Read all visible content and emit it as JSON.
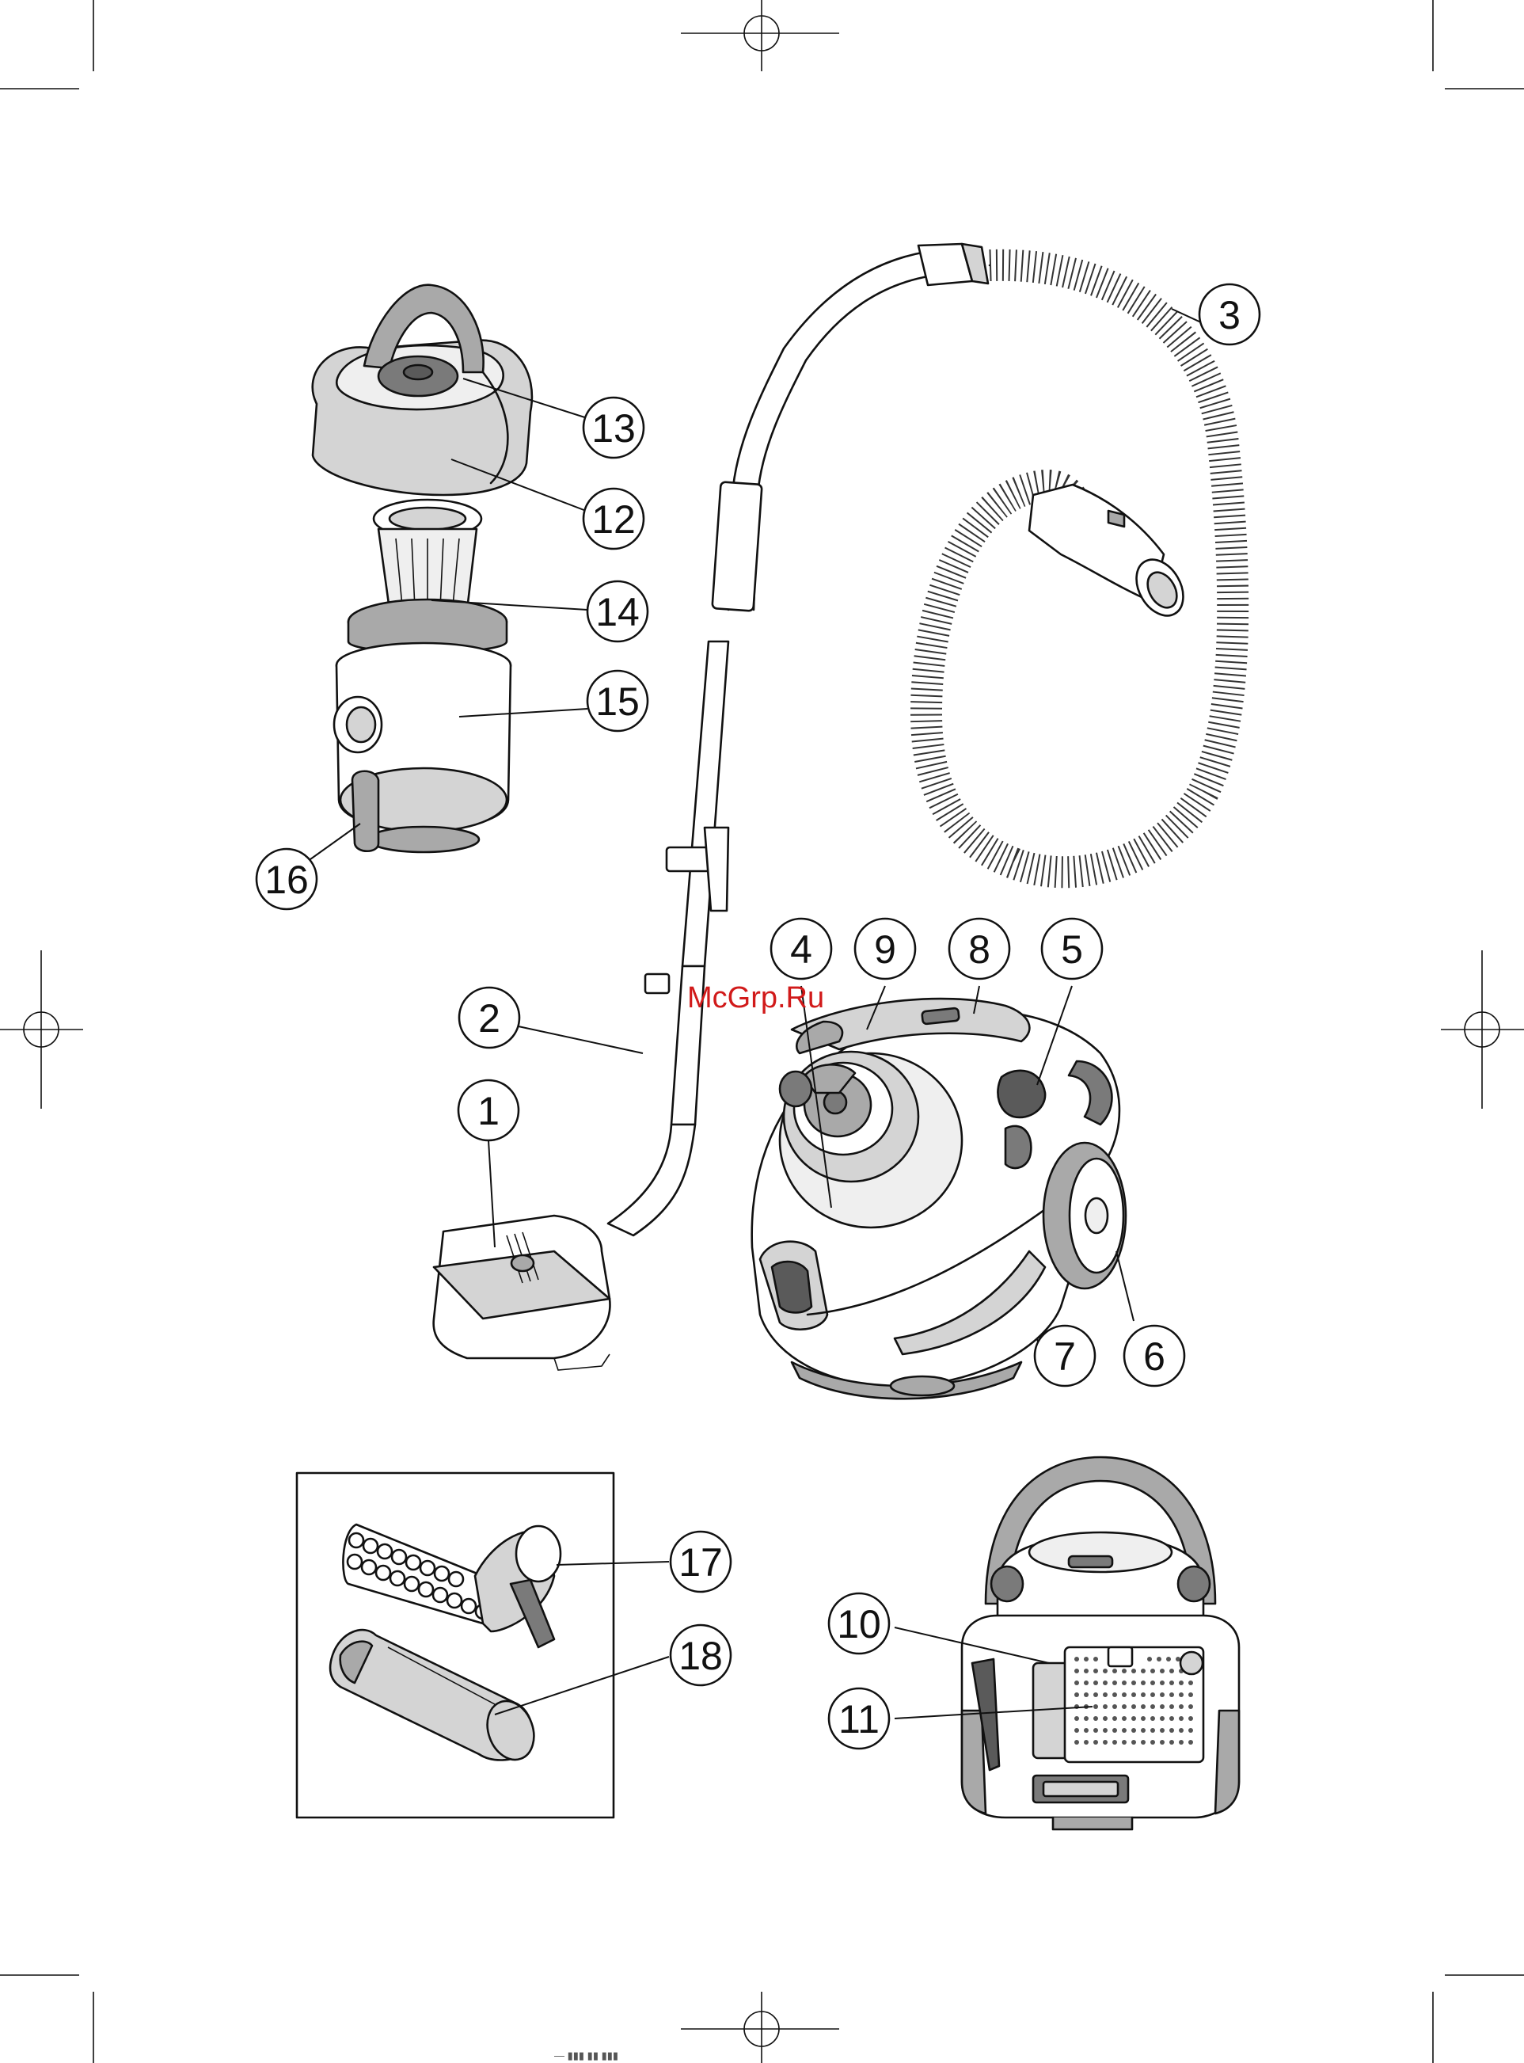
{
  "watermark": {
    "text": "McGrp.Ru",
    "color": "#d11a1a"
  },
  "footer_code": "— ▮▮▮ ▮▮ ▮▮▮",
  "callouts": [
    {
      "id": "c1",
      "number": "1"
    },
    {
      "id": "c2",
      "number": "2"
    },
    {
      "id": "c3",
      "number": "3"
    },
    {
      "id": "c4",
      "number": "4"
    },
    {
      "id": "c5",
      "number": "5"
    },
    {
      "id": "c6",
      "number": "6"
    },
    {
      "id": "c7",
      "number": "7"
    },
    {
      "id": "c8",
      "number": "8"
    },
    {
      "id": "c9",
      "number": "9"
    },
    {
      "id": "c10",
      "number": "10"
    },
    {
      "id": "c11",
      "number": "11"
    },
    {
      "id": "c12",
      "number": "12"
    },
    {
      "id": "c13",
      "number": "13"
    },
    {
      "id": "c14",
      "number": "14"
    },
    {
      "id": "c15",
      "number": "15"
    },
    {
      "id": "c16",
      "number": "16"
    },
    {
      "id": "c17",
      "number": "17"
    },
    {
      "id": "c18",
      "number": "18"
    }
  ],
  "icons": [
    "registration-mark-icon",
    "crop-mark-icon"
  ]
}
